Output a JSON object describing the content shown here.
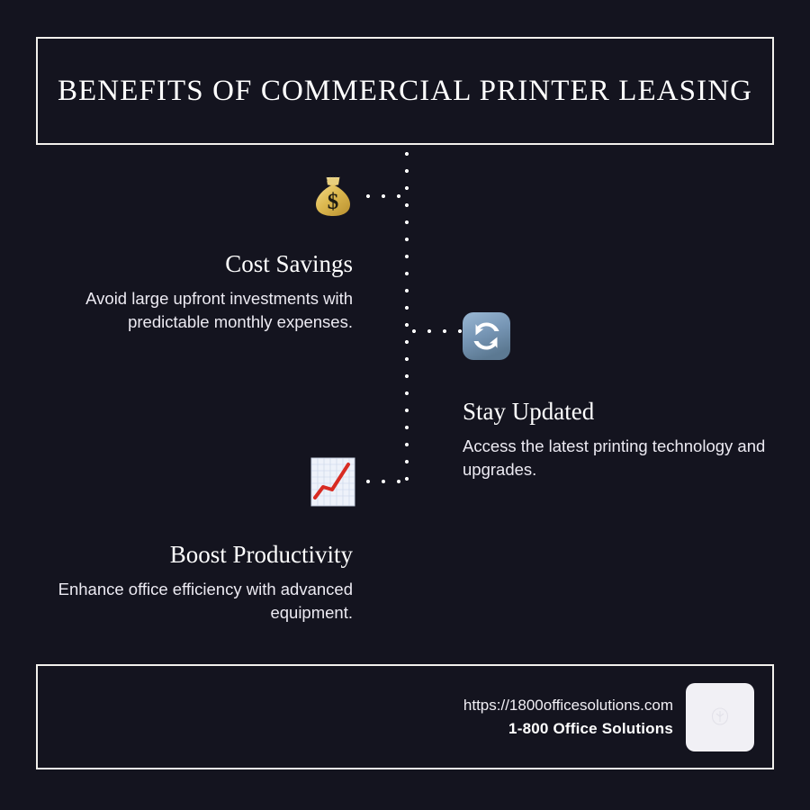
{
  "header": {
    "title": "BENEFITS OF COMMERCIAL PRINTER LEASING"
  },
  "theme": {
    "background": "#14141f",
    "border": "#f2f0ec",
    "heading_text": "#ffffff",
    "body_text": "#eceaf2",
    "dot_color": "#ffffff"
  },
  "benefits": [
    {
      "icon": "money-bag-icon",
      "title": "Cost Savings",
      "description": "Avoid large upfront investments with predictable monthly expenses.",
      "align": "right"
    },
    {
      "icon": "sync-refresh-icon",
      "title": "Stay Updated",
      "description": "Access the latest printing technology and upgrades.",
      "align": "left"
    },
    {
      "icon": "chart-upward-icon",
      "title": "Boost Productivity",
      "description": "Enhance office efficiency with advanced equipment.",
      "align": "right"
    }
  ],
  "footer": {
    "url": "https://1800officesolutions.com",
    "brand": "1-800 Office Solutions",
    "logo_icon": "company-logo-placeholder-icon"
  }
}
